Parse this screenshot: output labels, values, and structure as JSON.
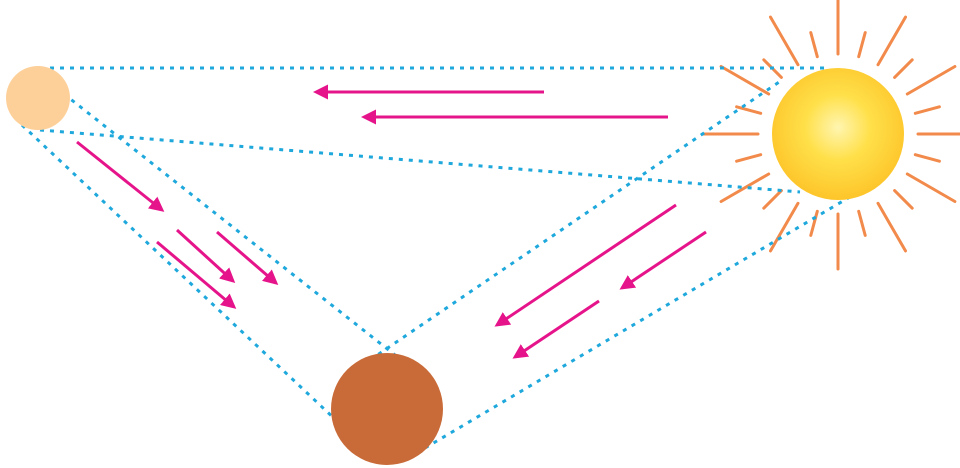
{
  "diagram": {
    "bodies": [
      {
        "name": "sun",
        "color": "#ffd52e",
        "ray_color": "#f28a4b"
      },
      {
        "name": "small-body",
        "color": "#fdd09a"
      },
      {
        "name": "planet",
        "color": "#c96b38"
      }
    ],
    "colors": {
      "guide_line": "#1ea8dc",
      "arrow": "#e6148a",
      "background": "#ffffff"
    }
  }
}
